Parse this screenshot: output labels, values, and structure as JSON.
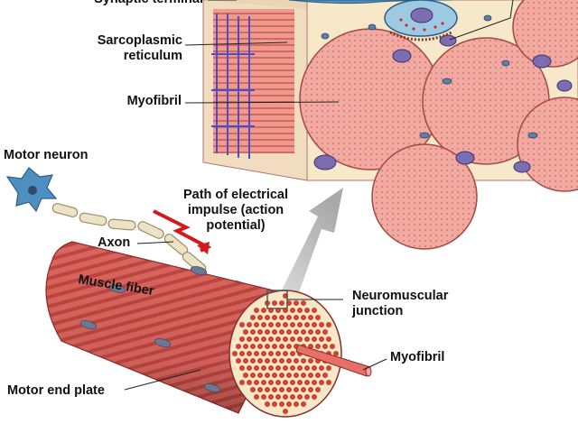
{
  "labels": {
    "synaptic_terminal": "Synaptic terminal",
    "sarcoplasmic_reticulum": "Sarcoplasmic\nreticulum",
    "myofibril_top": "Myofibril",
    "motor_neuron": "Motor neuron",
    "path_of_impulse": "Path of electrical\nimpulse (action\npotential)",
    "axon": "Axon",
    "muscle_fiber": "Muscle fiber",
    "neuromuscular_junction": "Neuromuscular\njunction",
    "myofibril_bottom": "Myofibril",
    "motor_end_plate": "Motor end plate"
  },
  "colors": {
    "muscle_red": "#d9655e",
    "muscle_stripe": "#bf4640",
    "myofibril_fill": "#f0aaa2",
    "myofibril_dots": "#d9665d",
    "cytoplasm": "#f6e8c8",
    "neuron_blue": "#4f8fc0",
    "impulse_arrow": "#d4191b",
    "mitochondria": "#7b6db0",
    "nucleus": "#5f7fa6",
    "axon_myelin": "#ece3c6"
  },
  "icons": {
    "impulse_arrow": "red-lightning-arrow-icon",
    "zoom_arrow": "gray-expand-arrow-icon"
  }
}
